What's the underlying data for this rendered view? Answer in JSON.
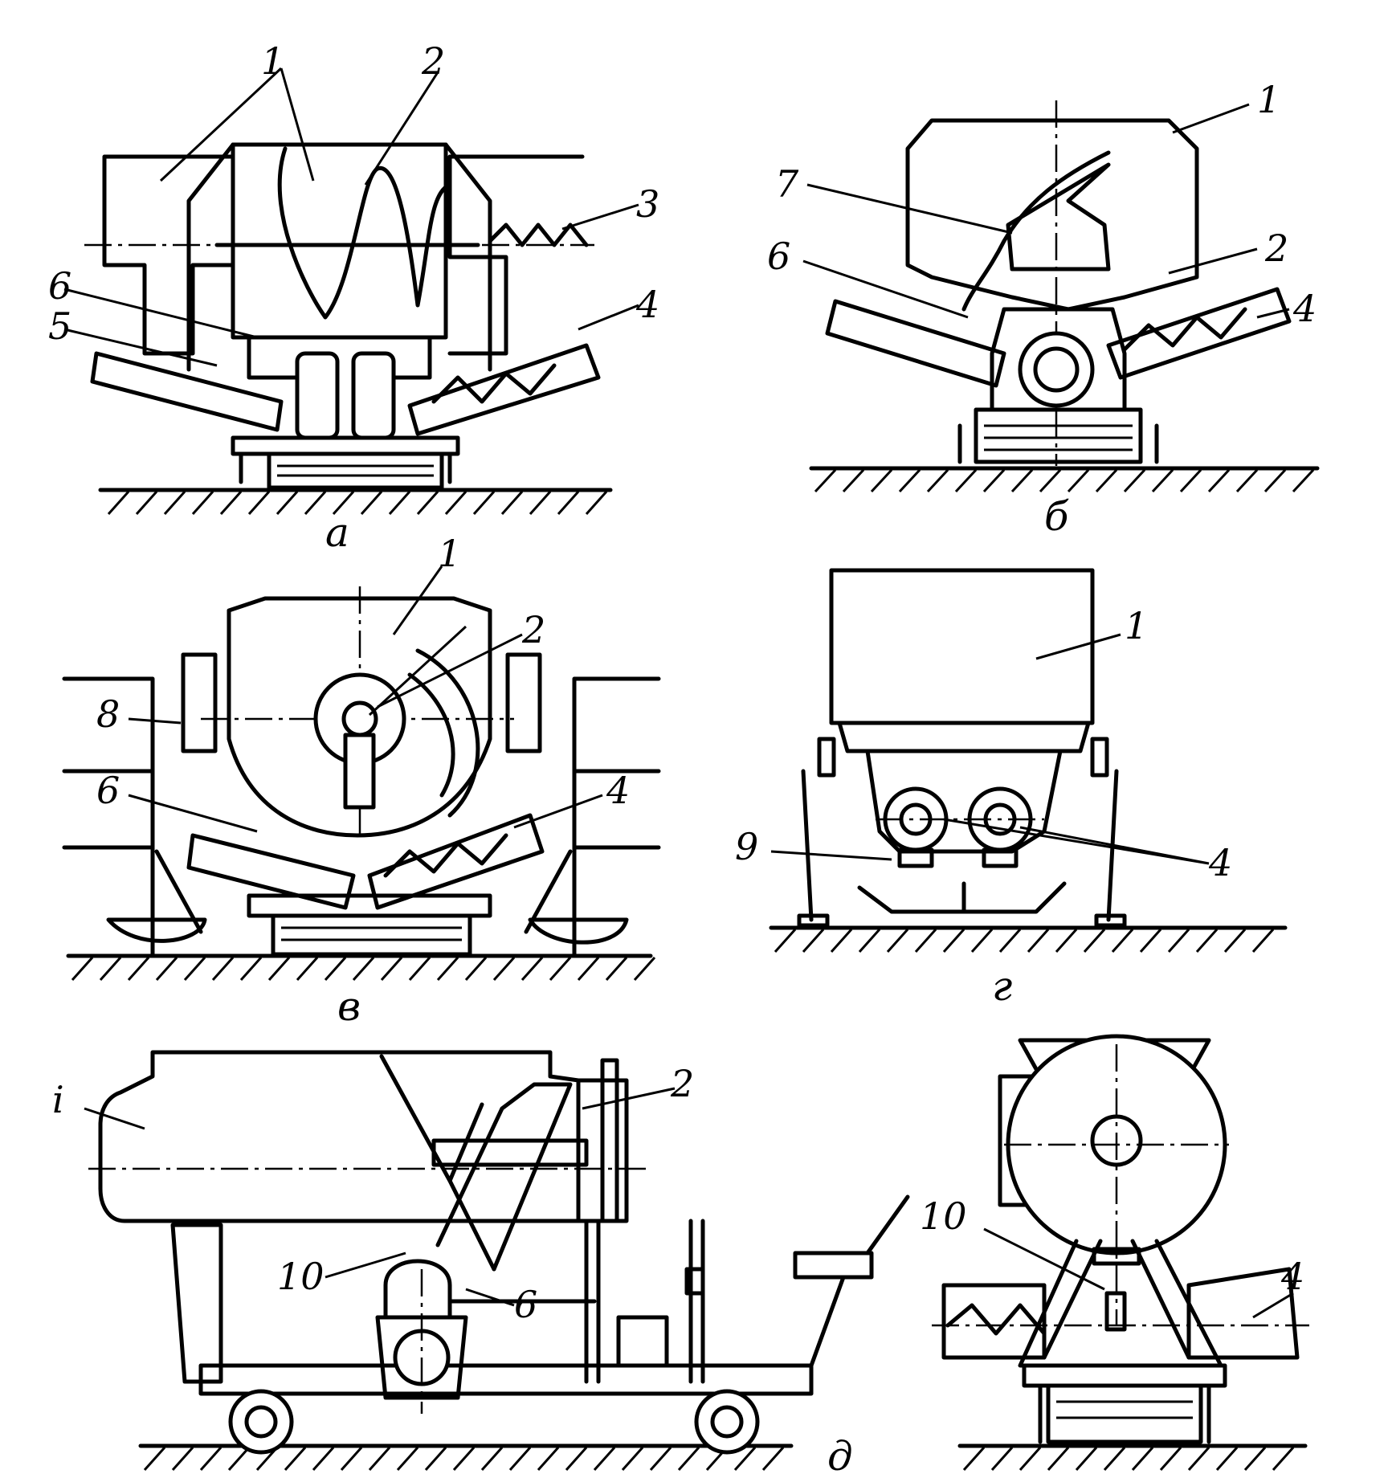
{
  "figures": [
    {
      "id": "a",
      "caption": "а",
      "labels": [
        "1",
        "1",
        "2",
        "3",
        "4",
        "5",
        "6"
      ]
    },
    {
      "id": "b",
      "caption": "б",
      "labels": [
        "1",
        "2",
        "4",
        "6",
        "7"
      ]
    },
    {
      "id": "v",
      "caption": "в",
      "labels": [
        "1",
        "2",
        "4",
        "6",
        "8"
      ]
    },
    {
      "id": "g",
      "caption": "г",
      "labels": [
        "1",
        "4",
        "9"
      ]
    },
    {
      "id": "d",
      "caption": "д",
      "labels": [
        "i",
        "2",
        "6",
        "10",
        "10",
        "4"
      ]
    }
  ]
}
